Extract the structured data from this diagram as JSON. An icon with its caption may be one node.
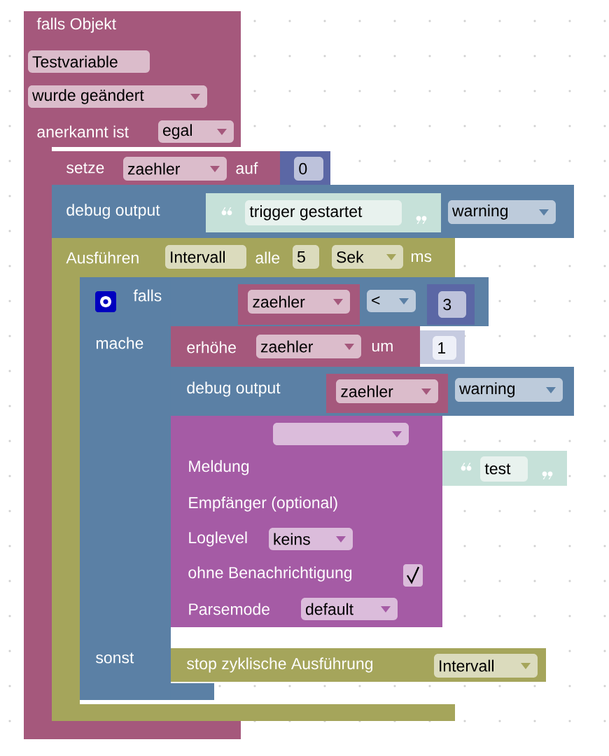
{
  "diagram": {
    "nodes": [
      {
        "text": [
          "falls Objekt",
          "anerkannt ist"
        ]
      },
      {
        "text": [
          "Testvariable"
        ],
        "in": 0
      },
      {
        "text": [
          "wurde geändert"
        ],
        "in": 0
      },
      {
        "text": [
          "egal"
        ],
        "in": 0
      },
      {
        "text": [
          "setze",
          "auf"
        ]
      },
      {
        "text": [
          "zaehler"
        ],
        "in": 4
      },
      {
        "text": [
          "0"
        ]
      },
      {
        "text": [
          "debug output"
        ]
      },
      {
        "text": [
          "trigger gestartet"
        ],
        "in": 7
      },
      {
        "text": [
          "warning"
        ],
        "in": 7
      },
      {
        "text": [
          "Ausführen",
          "alle",
          "ms"
        ]
      },
      {
        "text": [
          "Intervall"
        ],
        "in": 10
      },
      {
        "text": [
          "5"
        ],
        "in": 10
      },
      {
        "text": [
          "Sek"
        ],
        "in": 10
      },
      {
        "text": [
          "falls",
          "mache",
          "sonst"
        ]
      },
      {
        "text": [],
        "shape": "box"
      },
      {
        "text": [
          "zaehler"
        ],
        "in": 15
      },
      {
        "text": [
          "<"
        ],
        "in": 15
      },
      {
        "text": [
          "3"
        ],
        "in": 15
      },
      {
        "text": [
          "erhöhe",
          "um"
        ]
      },
      {
        "text": [
          "zaehler"
        ],
        "in": 19
      },
      {
        "text": [
          "1"
        ]
      },
      {
        "text": [
          "debug output"
        ]
      },
      {
        "text": [
          "zaehler"
        ],
        "in": 22
      },
      {
        "text": [
          "warning"
        ],
        "in": 22
      },
      {
        "text": [
          "Meldung",
          "Empfänger (optional)",
          "Loglevel",
          "ohne Benachrichtigung",
          "Parsemode"
        ]
      },
      {
        "text": [],
        "shape": "box",
        "in": 25
      },
      {
        "text": [
          "test"
        ]
      },
      {
        "text": [
          "keins"
        ],
        "in": 25
      },
      {
        "text": [],
        "shape": "box",
        "in": 25
      },
      {
        "text": [
          "default"
        ],
        "in": 25
      },
      {
        "text": [
          "stop zyklische Ausführung"
        ]
      },
      {
        "text": [
          "Intervall"
        ],
        "in": 31
      }
    ]
  }
}
